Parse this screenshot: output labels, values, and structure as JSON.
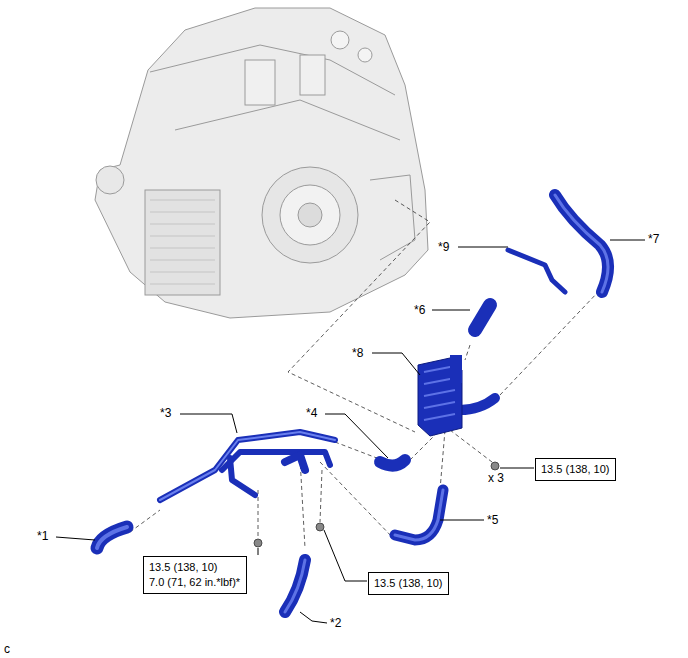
{
  "diagram": {
    "nodes": [
      {
        "text": [
          "13.5 (138, 10)"
        ]
      },
      {
        "text": [
          "13.5 (138, 10)",
          "7.0 (71, 62 in.*lbf)*"
        ]
      },
      {
        "text": [
          "13.5 (138, 10)"
        ]
      }
    ],
    "labels": [
      "*7",
      "*9",
      "*6",
      "*8",
      "*3",
      "*4",
      "x 3",
      "*5",
      "*1",
      "*2",
      "c"
    ]
  }
}
